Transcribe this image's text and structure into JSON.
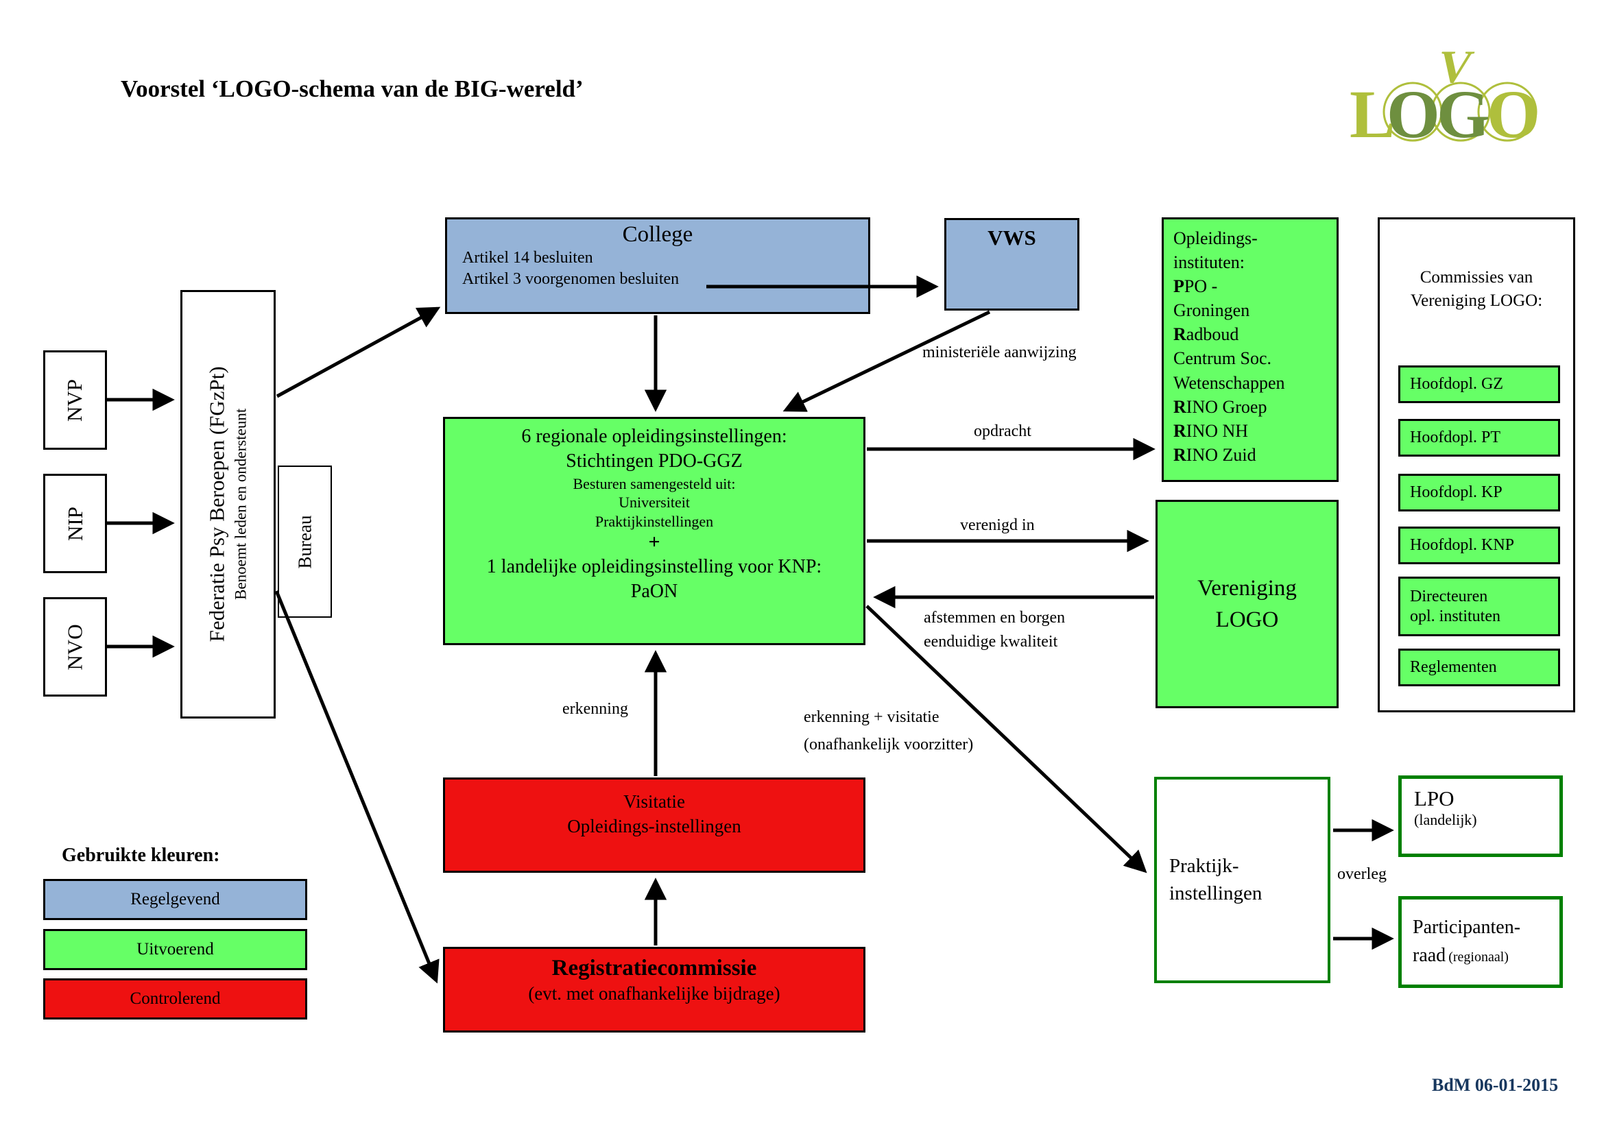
{
  "title": "Voorstel ‘LOGO-schema van de BIG-wereld’",
  "logo": {
    "v": "V",
    "word": "LOGO"
  },
  "college": {
    "title": "College",
    "article1": "Artikel 14 besluiten",
    "article2": "Artikel 3 voorgenomen besluiten"
  },
  "vws": {
    "title": "VWS"
  },
  "members": {
    "nvp": "NVP",
    "nip": "NIP",
    "nvo": "NVO"
  },
  "federatie": {
    "title": "Federatie Psy Beroepen (FGzPt)",
    "subtitle": "Benoemt leden en ondersteunt"
  },
  "bureau": {
    "label": "Bureau"
  },
  "central": {
    "line1": "6 regionale opleidingsinstellingen:",
    "line2": "Stichtingen PDO-GGZ",
    "line3": "Besturen samengesteld uit:",
    "line4": "Universiteit",
    "line5": "Praktijkinstellingen",
    "plus": "+",
    "line6": "1 landelijke opleidingsinstelling voor KNP:",
    "line7": "PaON"
  },
  "instituten": {
    "lines": [
      {
        "b": "",
        "r": "Opleidings-"
      },
      {
        "b": "",
        "r": "instituten:"
      },
      {
        "b": "P",
        "r": "PO -"
      },
      {
        "b": "",
        "r": "Groningen"
      },
      {
        "b": "R",
        "r": "adboud"
      },
      {
        "b": "",
        "r": "Centrum Soc."
      },
      {
        "b": "",
        "r": "Wetenschappen"
      },
      {
        "b": "R",
        "r": "INO Groep"
      },
      {
        "b": "R",
        "r": "INO NH"
      },
      {
        "b": "R",
        "r": "INO Zuid"
      }
    ]
  },
  "commissies": {
    "heading1": "Commissies van",
    "heading2": "Vereniging LOGO:",
    "boxes": [
      {
        "line1": "Hoofdopl. GZ",
        "line2": ""
      },
      {
        "line1": "Hoofdopl. PT",
        "line2": ""
      },
      {
        "line1": "Hoofdopl. KP",
        "line2": ""
      },
      {
        "line1": "Hoofdopl. KNP",
        "line2": ""
      },
      {
        "line1": "Directeuren",
        "line2": "opl. instituten"
      },
      {
        "line1": "Reglementen",
        "line2": ""
      }
    ]
  },
  "vereniging": {
    "line1": "Vereniging",
    "line2": "LOGO"
  },
  "visitatie": {
    "line1": "Visitatie",
    "line2": "Opleidings-instellingen"
  },
  "registratie": {
    "title": "Registratiecommissie",
    "subtitle": "(evt. met onafhankelijke bijdrage)"
  },
  "praktijk": {
    "line1": "Praktijk-",
    "line2": "instellingen"
  },
  "lpo": {
    "title": "LPO",
    "subtitle": "(landelijk)"
  },
  "participanten": {
    "line1": "Participanten-",
    "line2": "raad",
    "line2_sub": "(regionaal)"
  },
  "arrows": {
    "ministeriele": "ministeriële aanwijzing",
    "opdracht": "opdracht",
    "verenigd": "verenigd in",
    "afstemmen1": "afstemmen en borgen",
    "afstemmen2": "eenduidige kwaliteit",
    "erkenning": "erkenning",
    "erkenning_visitatie1": "erkenning + visitatie",
    "erkenning_visitatie2": "(onafhankelijk voorzitter)",
    "overleg": "overleg"
  },
  "legend": {
    "heading": "Gebruikte kleuren:",
    "items": [
      {
        "label": "Regelgevend",
        "color": "#95B3D7"
      },
      {
        "label": "Uitvoerend",
        "color": "#66FF66"
      },
      {
        "label": "Controlerend",
        "color": "#EE1111"
      }
    ]
  },
  "footer": {
    "credit": "BdM 06-01-2015"
  },
  "colors": {
    "regelgevend_blue": "#95B3D7",
    "uitvoerend_green": "#66FF66",
    "controlerend_red": "#EE1111",
    "praktijk_border_green": "#008000",
    "logo_light": "#AFBF3C",
    "logo_dark": "#6E8F3F",
    "footer_text": "#17375E"
  }
}
